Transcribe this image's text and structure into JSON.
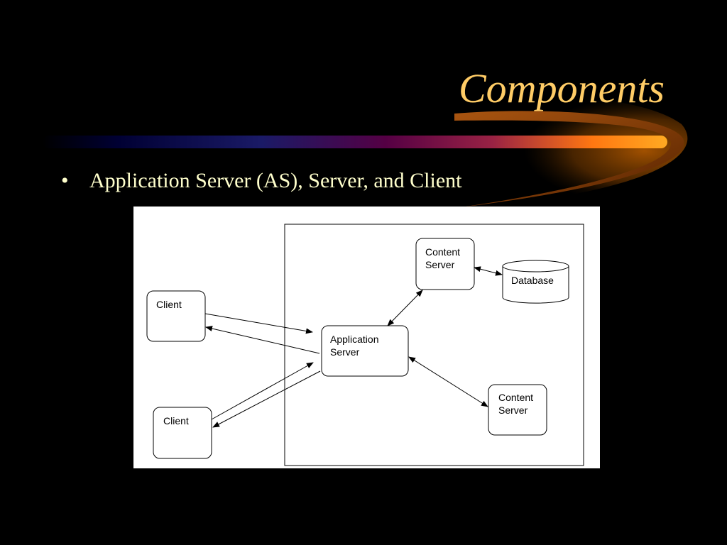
{
  "slide": {
    "title": "Components",
    "bullet_marker": "•",
    "bullet_text": "Application Server (AS), Server, and Client"
  },
  "diagram": {
    "nodes": {
      "client_top": "Client",
      "client_bottom": "Client",
      "app_server_line1": "Application",
      "app_server_line2": "Server",
      "content_top_line1": "Content",
      "content_top_line2": "Server",
      "content_bottom_line1": "Content",
      "content_bottom_line2": "Server",
      "database": "Database"
    }
  },
  "colors": {
    "background": "#000000",
    "title": "#ffcc66",
    "bullet_text": "#ffffcc",
    "swoosh_start": "#000033",
    "swoosh_end": "#ff9900"
  }
}
